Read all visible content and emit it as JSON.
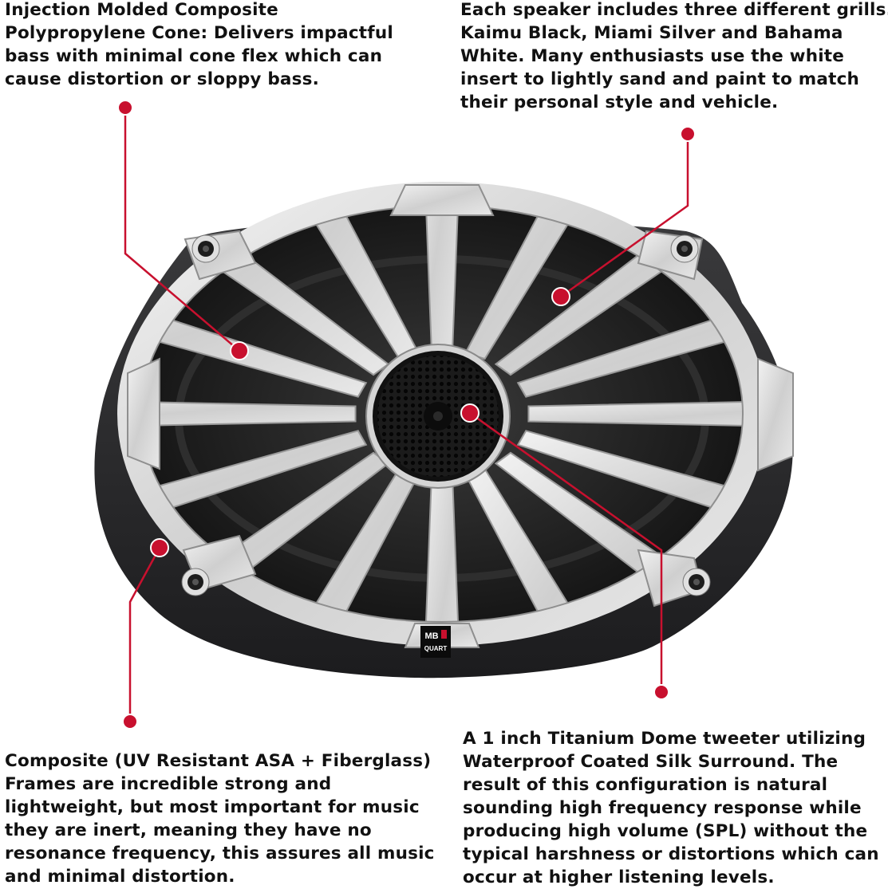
{
  "callouts": {
    "cone": {
      "lines": [
        "Injection Molded Composite",
        "Polypropylene Cone: Delivers impactful",
        "bass with minimal cone flex which can",
        "cause distortion or sloppy bass."
      ]
    },
    "grills": {
      "lines": [
        "Each speaker includes three different grills.",
        "Kaimu Black, Miami Silver and Bahama",
        "White. Many enthusiasts use the white",
        "insert to lightly sand and paint to match",
        "their personal style and vehicle."
      ]
    },
    "frame": {
      "lines": [
        "Composite (UV Resistant ASA + Fiberglass)",
        "Frames are incredible strong and",
        "lightweight, but most important for music",
        "they are inert, meaning they have no",
        "resonance frequency, this assures all music",
        "and minimal distortion."
      ]
    },
    "tweeter": {
      "lines": [
        "A 1 inch Titanium Dome tweeter utilizing",
        "Waterproof Coated Silk Surround. The",
        "result of this configuration is natural",
        "sounding high frequency response while",
        "producing high volume (SPL) without the",
        "typical harshness or distortions which can",
        "occur at higher listening levels."
      ]
    }
  },
  "logo": {
    "line1": "MB",
    "line2": "QUART"
  },
  "colors": {
    "accent_red": "#c8102e",
    "frame_dark": "#2a2a2c",
    "grill_silver": "#d9d9d9",
    "cone_black": "#1a1a1a"
  }
}
